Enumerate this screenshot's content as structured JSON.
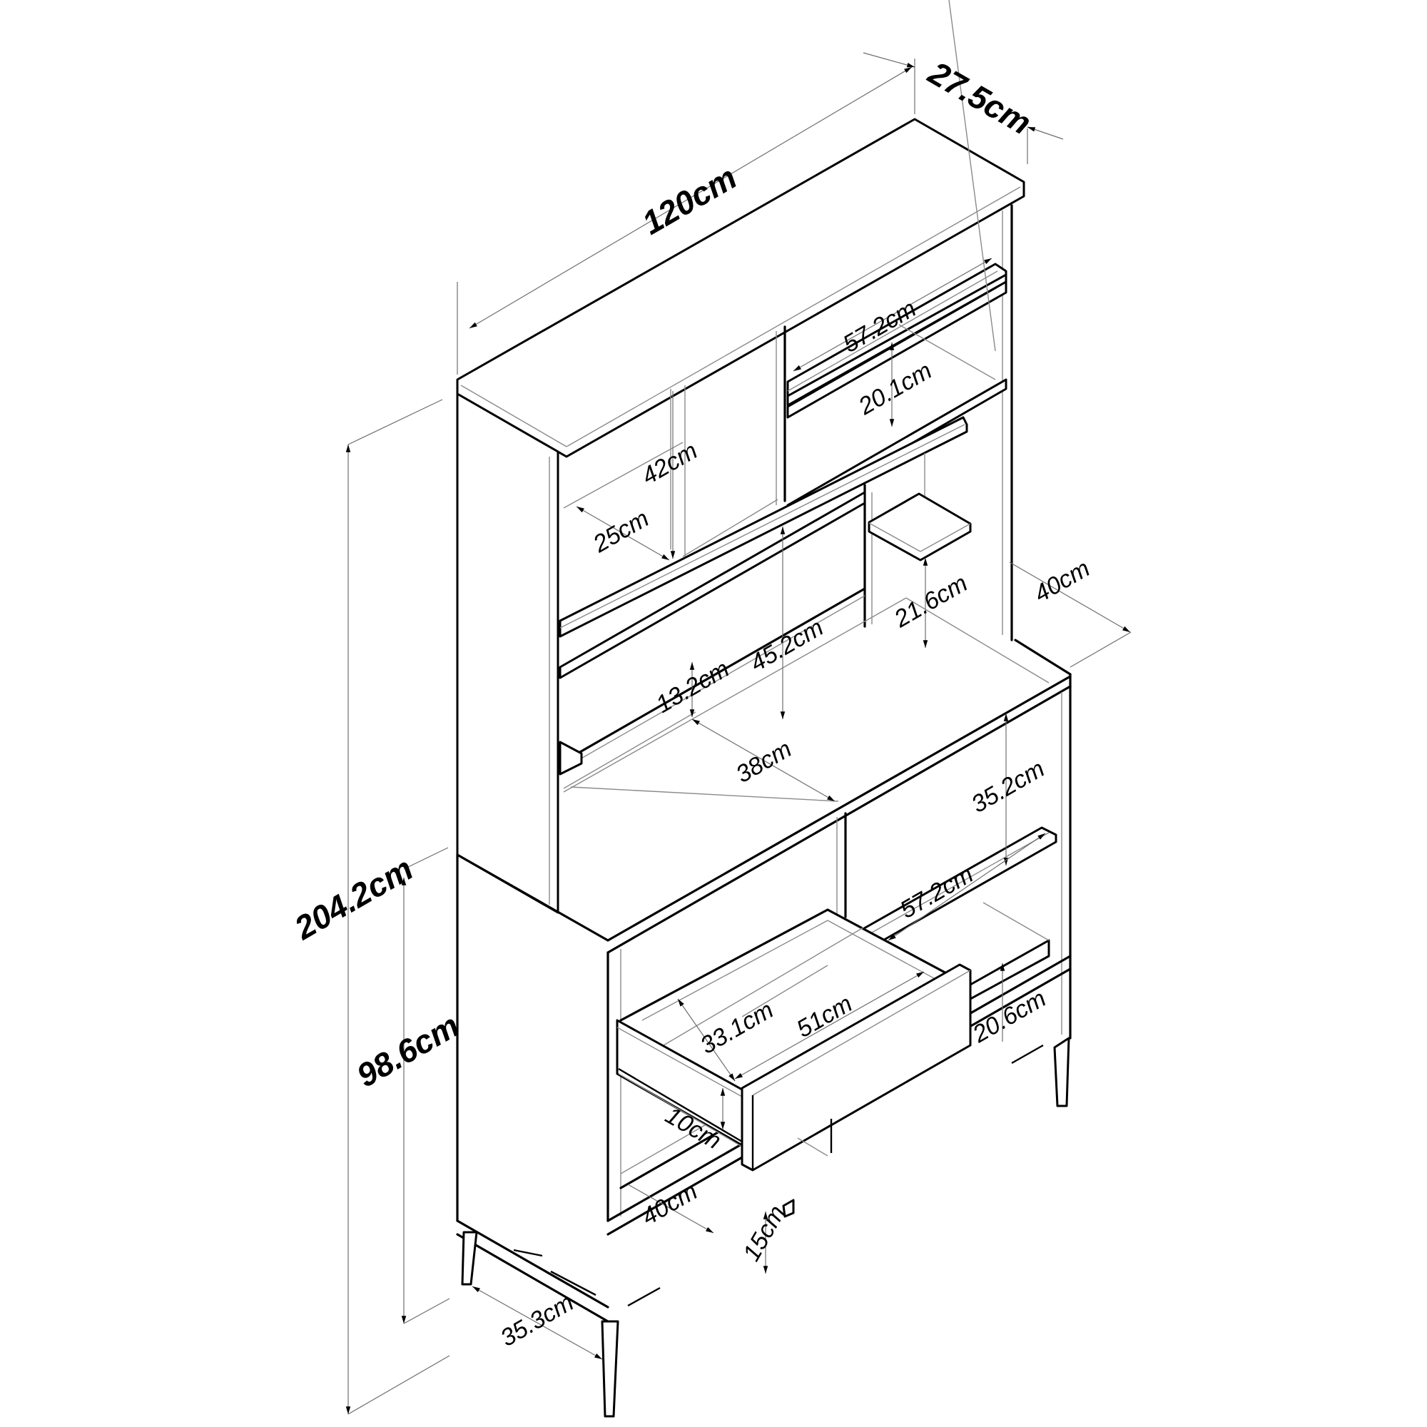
{
  "title": "Kitchen hutch cabinet – dimension drawing",
  "units": "cm",
  "overall": {
    "width": "120cm",
    "hutch_depth": "27.5cm",
    "total_height": "204.2cm",
    "base_height": "98.6cm"
  },
  "hutch": {
    "upper_right_shelf_width": "57.2cm",
    "upper_right_shelf_gap": "20.1cm",
    "left_compartment_width": "42cm",
    "left_compartment_depth": "25cm",
    "middle_opening_height": "45.2cm",
    "small_shelf_gap": "21.6cm",
    "bottom_rail_gap": "13.2cm"
  },
  "base": {
    "countertop_depth_right": "40cm",
    "counter_inner_depth": "38cm",
    "right_upper_opening_height": "35.2cm",
    "right_shelf_width": "57.2cm",
    "right_lower_opening_height": "20.6cm",
    "drawer_inner_depth": "33.1cm",
    "drawer_inner_width": "51cm",
    "drawer_height": "10cm",
    "bottom_shelf_depth": "40cm",
    "leg_height": "15cm",
    "leg_span_depth": "35.3cm"
  }
}
